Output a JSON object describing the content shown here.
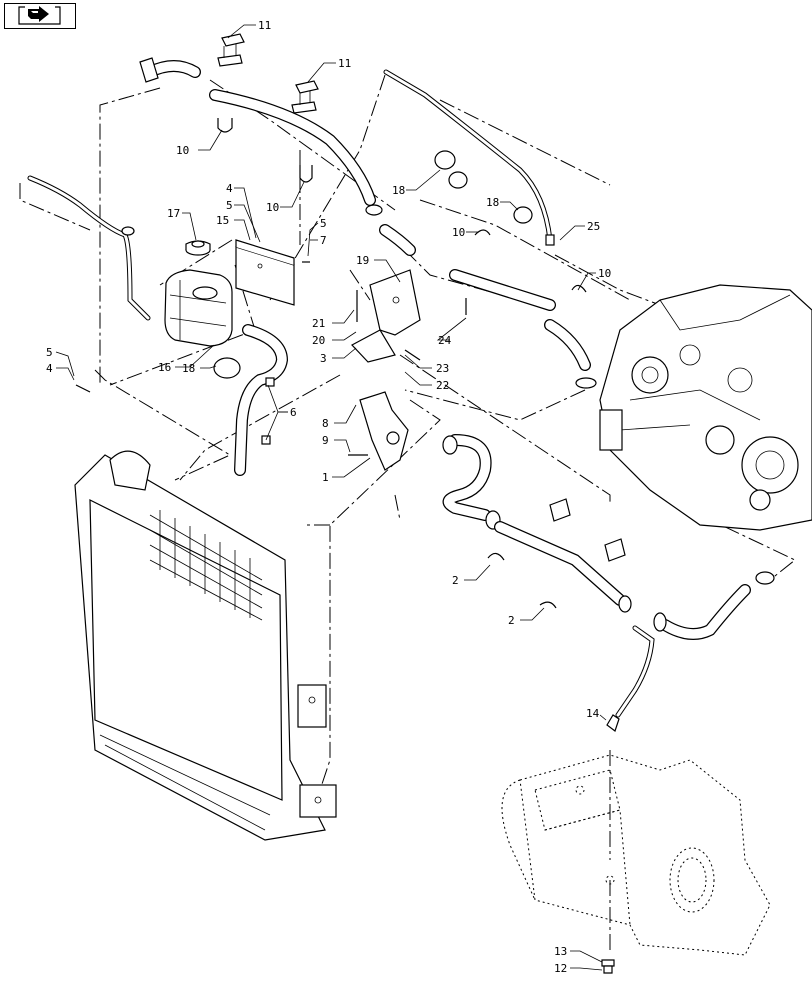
{
  "nav": {
    "icon": "forward-arrow-icon"
  },
  "callouts": [
    {
      "id": "c11a",
      "text": "11"
    },
    {
      "id": "c11b",
      "text": "11"
    },
    {
      "id": "c10a",
      "text": "10"
    },
    {
      "id": "c10b",
      "text": "10"
    },
    {
      "id": "c10c",
      "text": "10"
    },
    {
      "id": "c10d",
      "text": "10"
    },
    {
      "id": "c17",
      "text": "17"
    },
    {
      "id": "c4a",
      "text": "4"
    },
    {
      "id": "c5a",
      "text": "5"
    },
    {
      "id": "c15",
      "text": "15"
    },
    {
      "id": "c5b",
      "text": "5"
    },
    {
      "id": "c7",
      "text": "7"
    },
    {
      "id": "c18a",
      "text": "18"
    },
    {
      "id": "c18b",
      "text": "18"
    },
    {
      "id": "c18c",
      "text": "18"
    },
    {
      "id": "c19",
      "text": "19"
    },
    {
      "id": "c25",
      "text": "25"
    },
    {
      "id": "c21",
      "text": "21"
    },
    {
      "id": "c20",
      "text": "20"
    },
    {
      "id": "c3",
      "text": "3"
    },
    {
      "id": "c24",
      "text": "24"
    },
    {
      "id": "c23",
      "text": "23"
    },
    {
      "id": "c22",
      "text": "22"
    },
    {
      "id": "c16",
      "text": "16"
    },
    {
      "id": "c5c",
      "text": "5"
    },
    {
      "id": "c4b",
      "text": "4"
    },
    {
      "id": "c6",
      "text": "6"
    },
    {
      "id": "c8",
      "text": "8"
    },
    {
      "id": "c9",
      "text": "9"
    },
    {
      "id": "c1",
      "text": "1"
    },
    {
      "id": "c2a",
      "text": "2"
    },
    {
      "id": "c2b",
      "text": "2"
    },
    {
      "id": "c14",
      "text": "14"
    },
    {
      "id": "c13",
      "text": "13"
    },
    {
      "id": "c12",
      "text": "12"
    }
  ]
}
